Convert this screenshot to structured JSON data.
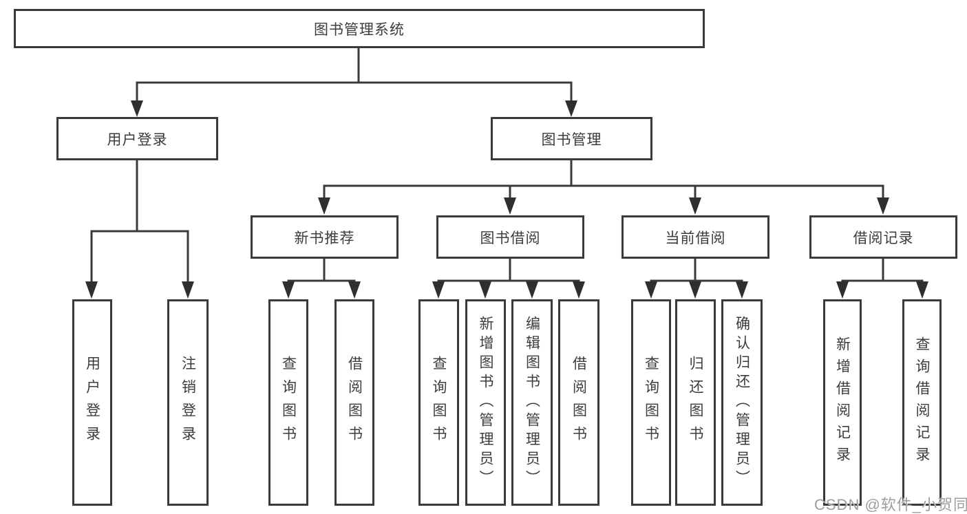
{
  "title": "图书管理系统",
  "watermark": {
    "text": "CSDN @软件_小贺同学"
  },
  "colors": {
    "line": "#3a3a3a",
    "box_border": "#3a3a3a",
    "text": "#3c3c3c",
    "watermark": "#9e9e9e",
    "background": "#ffffff"
  },
  "nodes": {
    "root": "图书管理系统",
    "user_login": "用户登录",
    "book_mgmt": "图书管理",
    "new_book_rec": "新书推荐",
    "book_borrow": "图书借阅",
    "current_borrow": "当前借阅",
    "borrow_records": "借阅记录",
    "ul_user_login": "用户登录",
    "ul_logout": "注销登录",
    "nb_query_book": "查询图书",
    "nb_borrow_book": "借阅图书",
    "bb_query_book": "查询图书",
    "bb_add_book": "新增图书（管理员）",
    "bb_edit_book": "编辑图书（管理员）",
    "bb_borrow_book": "借阅图书",
    "cb_query_book": "查询图书",
    "cb_return_book": "归还图书",
    "cb_confirm_return": "确认归还（管理员）",
    "br_add_record": "新增借阅记录",
    "br_query_record": "查询借阅记录"
  },
  "tree": {
    "label": "图书管理系统",
    "children": [
      {
        "label": "用户登录",
        "children": [
          {
            "label": "用户登录"
          },
          {
            "label": "注销登录"
          }
        ]
      },
      {
        "label": "图书管理",
        "children": [
          {
            "label": "新书推荐",
            "children": [
              {
                "label": "查询图书"
              },
              {
                "label": "借阅图书"
              }
            ]
          },
          {
            "label": "图书借阅",
            "children": [
              {
                "label": "查询图书"
              },
              {
                "label": "新增图书（管理员）"
              },
              {
                "label": "编辑图书（管理员）"
              },
              {
                "label": "借阅图书"
              }
            ]
          },
          {
            "label": "当前借阅",
            "children": [
              {
                "label": "查询图书"
              },
              {
                "label": "归还图书"
              },
              {
                "label": "确认归还（管理员）"
              }
            ]
          },
          {
            "label": "借阅记录",
            "children": [
              {
                "label": "新增借阅记录"
              },
              {
                "label": "查询借阅记录"
              }
            ]
          }
        ]
      }
    ]
  }
}
